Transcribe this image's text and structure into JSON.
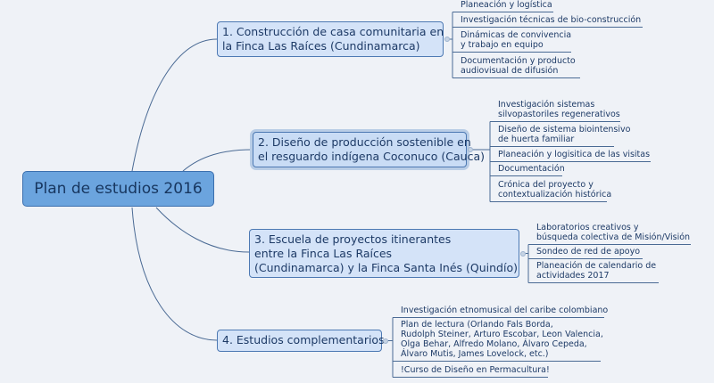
{
  "central": {
    "label": "Plan de estudios 2016"
  },
  "topics": [
    {
      "label_lines": [
        "1. Construcción de casa comunitaria en",
        "la Finca Las Raíces (Cundinamarca)"
      ],
      "subtopics": [
        [
          "Planeación y logística"
        ],
        [
          "Investigación técnicas de bio-construcción"
        ],
        [
          "Dinámicas de convivencia",
          "y trabajo en equipo"
        ],
        [
          "Documentación y producto",
          "audiovisual de difusión"
        ]
      ]
    },
    {
      "label_lines": [
        "2. Diseño de producción sostenible en",
        "el resguardo indígena Coconuco (Cauca)"
      ],
      "selected": true,
      "subtopics": [
        [
          "Investigación sistemas",
          "silvopastoriles regenerativos"
        ],
        [
          "Diseño de sistema biointensivo",
          "de huerta familiar"
        ],
        [
          "Planeación y logisitica de las visitas"
        ],
        [
          "Documentación"
        ],
        [
          "Crónica del proyecto y",
          "contextualización histórica"
        ]
      ]
    },
    {
      "label_lines": [
        "3. Escuela de proyectos itinerantes",
        "entre  la Finca Las Raíces",
        "(Cundinamarca) y la Finca Santa Inés (Quindío)"
      ],
      "subtopics": [
        [
          "Laboratorios creativos y",
          "búsqueda colectiva de Misión/Visión"
        ],
        [
          "Sondeo de red de apoyo"
        ],
        [
          "Planeación de calendario de",
          "actividades 2017"
        ]
      ]
    },
    {
      "label_lines": [
        "4. Estudios complementarios"
      ],
      "subtopics": [
        [
          "Investigación etnomusical del caribe colombiano"
        ],
        [
          "Plan de lectura (Orlando Fals Borda,",
          "Rudolph Steiner, Arturo Escobar, Leon Valencia,",
          "Olga Behar, Alfredo Molano, Álvaro Cepeda,",
          "Álvaro Mutis, James Lovelock, etc.)"
        ],
        [
          "!Curso de Diseño en Permacultura!"
        ]
      ]
    }
  ],
  "colors": {
    "background": "#eff2f7",
    "central_fill": "#6ba4de",
    "topic_fill": "#d4e3f8",
    "border": "#4d79b3",
    "text": "#1d3a66"
  }
}
